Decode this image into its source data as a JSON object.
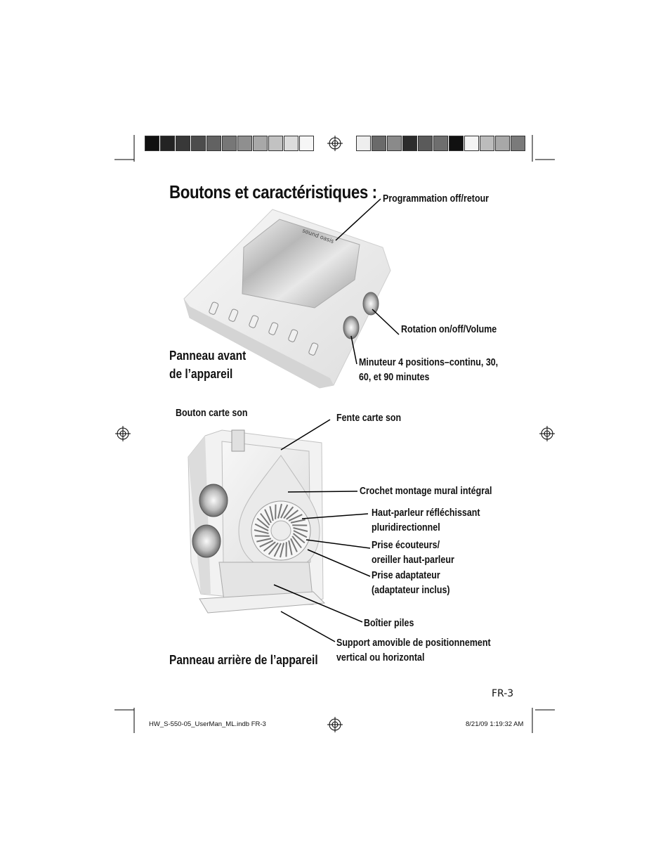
{
  "title": "Boutons et caractéristiques :",
  "front_panel": {
    "heading": [
      "Panneau avant",
      "de l’appareil"
    ],
    "device_brand": "sound oasis",
    "labels": {
      "program": "Programmation off/retour",
      "rotation": "Rotation on/off/Volume",
      "timer": [
        "Minuteur 4 positions–continu, 30,",
        "60, et 90 minutes"
      ]
    }
  },
  "rear_panel": {
    "heading": "Panneau arrière de l’appareil",
    "labels": {
      "card_button": "Bouton carte son",
      "card_slot": "Fente carte son",
      "wall_hook": "Crochet montage mural intégral",
      "speaker": [
        "Haut-parleur réfléchissant",
        "pluridirectionnel"
      ],
      "headphone": [
        "Prise écouteurs/",
        "oreiller haut-parleur"
      ],
      "adapter": [
        "Prise adaptateur",
        "(adaptateur inclus)"
      ],
      "battery": "Boîtier piles",
      "stand": [
        "Support amovible de positionnement",
        "vertical ou horizontal"
      ]
    }
  },
  "page_number": "FR-3",
  "slug": {
    "left": "HW_S-550-05_UserMan_ML.indb   FR-3",
    "right": "8/21/09   1:19:32 AM"
  },
  "colors": {
    "swatches_left": [
      "#111111",
      "#232323",
      "#383838",
      "#4c4c4c",
      "#626262",
      "#777777",
      "#8f8f8f",
      "#a8a8a8",
      "#c2c2c2",
      "#dcdcdc",
      "#f6f6f6"
    ],
    "swatches_right": [
      "#eeeeee",
      "#6a6a6a",
      "#8a8a8a",
      "#2c2c2c",
      "#5a5a5a",
      "#6e6e6e",
      "#111111",
      "#f4f4f4",
      "#bcbcbc",
      "#a8a8a8",
      "#7a7a7a"
    ]
  },
  "icons": [
    "registration-mark-icon"
  ]
}
